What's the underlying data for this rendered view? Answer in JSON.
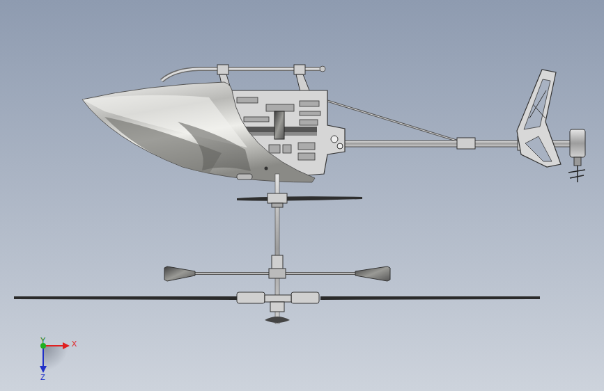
{
  "diagram": {
    "labels": [
      "X",
      "Y",
      "Z"
    ]
  }
}
